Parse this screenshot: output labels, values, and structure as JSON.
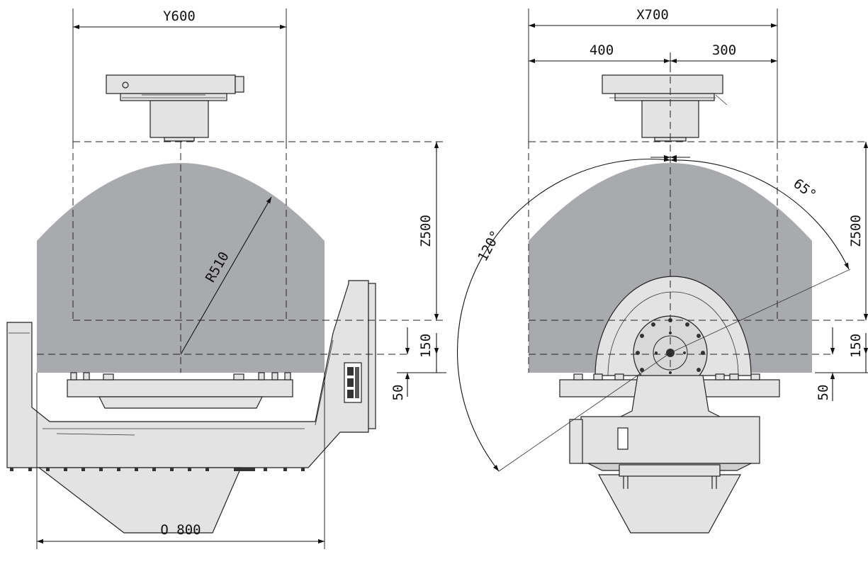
{
  "colors": {
    "envelope": "#a9aaad",
    "machine": "#e3e3e3",
    "machine_dark": "#cfcfcf",
    "line": "#1a1a1a"
  },
  "left_view": {
    "dim_y": "Y600",
    "dim_radius": "R510",
    "dim_z": "Z500",
    "dim_150": "150",
    "dim_50": "50",
    "dim_diameter": "O 800"
  },
  "right_view": {
    "dim_x": "X700",
    "dim_400": "400",
    "dim_300": "300",
    "dim_z": "Z500",
    "dim_150": "150",
    "dim_50": "50",
    "angle_65": "65°",
    "angle_120": "120°"
  }
}
